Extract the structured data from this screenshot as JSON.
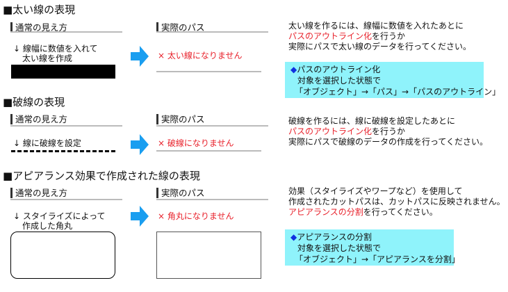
{
  "sections": [
    {
      "title": "■太い線の表現",
      "normal_header": "通常の見え方",
      "actual_header": "実際のパス",
      "normal_lines": [
        "↓ 線幅に数値を入れて",
        "太い線を作成"
      ],
      "result": "× 太い線になりません",
      "desc": [
        {
          "parts": [
            "太い線を作るには、線幅に数値を入れたあとに"
          ]
        },
        {
          "red": "パスのアウトライン化",
          "rest": "を行うか"
        },
        {
          "parts": [
            "実際にパスで太い線のデータを行ってください。"
          ]
        }
      ],
      "box": [
        "◆",
        "パスのアウトライン化",
        "対象を選択した状態で",
        "「オブジェクト」→「パス」→「パスのアウトライン」"
      ]
    },
    {
      "title": "■破線の表現",
      "normal_header": "通常の見え方",
      "actual_header": "実際のパス",
      "normal_lines": [
        "↓ 線に破線を設定"
      ],
      "result": "× 破線になりません",
      "desc": [
        {
          "parts": [
            "破線を作るには、線に破線を設定したあとに"
          ]
        },
        {
          "red": "パスのアウトライン化",
          "rest": "を行うか"
        },
        {
          "parts": [
            "実際にパスで破線のデータの作成を行ってください。"
          ]
        }
      ]
    },
    {
      "title": "■アピアランス効果で作成された線の表現",
      "normal_header": "通常の見え方",
      "actual_header": "実際のパス",
      "normal_lines": [
        "↓ スタイライズによって",
        "作成した角丸"
      ],
      "result": "× 角丸になりません",
      "desc": [
        {
          "parts": [
            "効果（スタイライズやワープなど）を使用して"
          ]
        },
        {
          "parts": [
            "作成されたカットパスは、カットパスに反映されません。"
          ]
        },
        {
          "red": "アピアランスの分割",
          "rest": "を行ってください。"
        }
      ],
      "box": [
        "◆",
        "アピアランスの分割",
        "対象を選択した状態で",
        "「オブジェクト」→「アピアランスを分割」"
      ]
    }
  ],
  "colors": {
    "accent_red": "#e8202a",
    "arrow_blue": "#1a9ef0",
    "box_cyan": "#8ff3fb"
  }
}
